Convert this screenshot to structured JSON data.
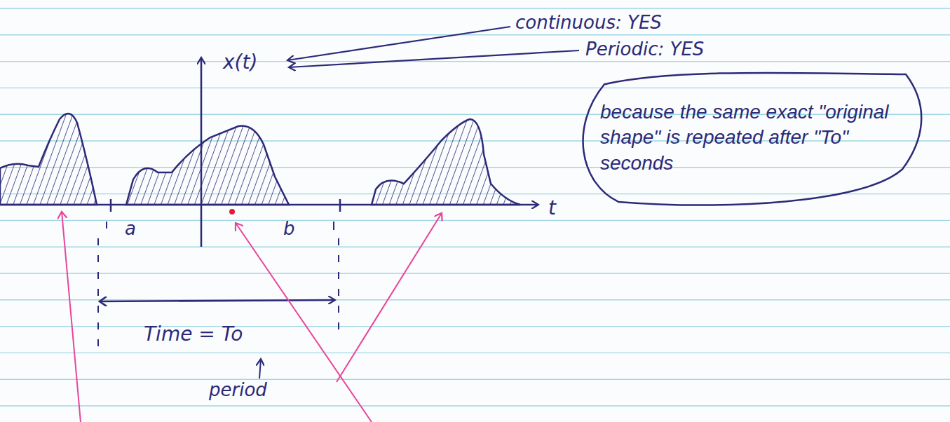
{
  "diagram": {
    "nodes": [
      {
        "text": [
          "because the same exact \"original shape\" is repeated after \"To\" seconds"
        ]
      }
    ],
    "labels": [
      "continuous: YES",
      "Periodic: YES",
      "x(t)",
      "t",
      "a",
      "b",
      "Time = To",
      "period"
    ]
  }
}
